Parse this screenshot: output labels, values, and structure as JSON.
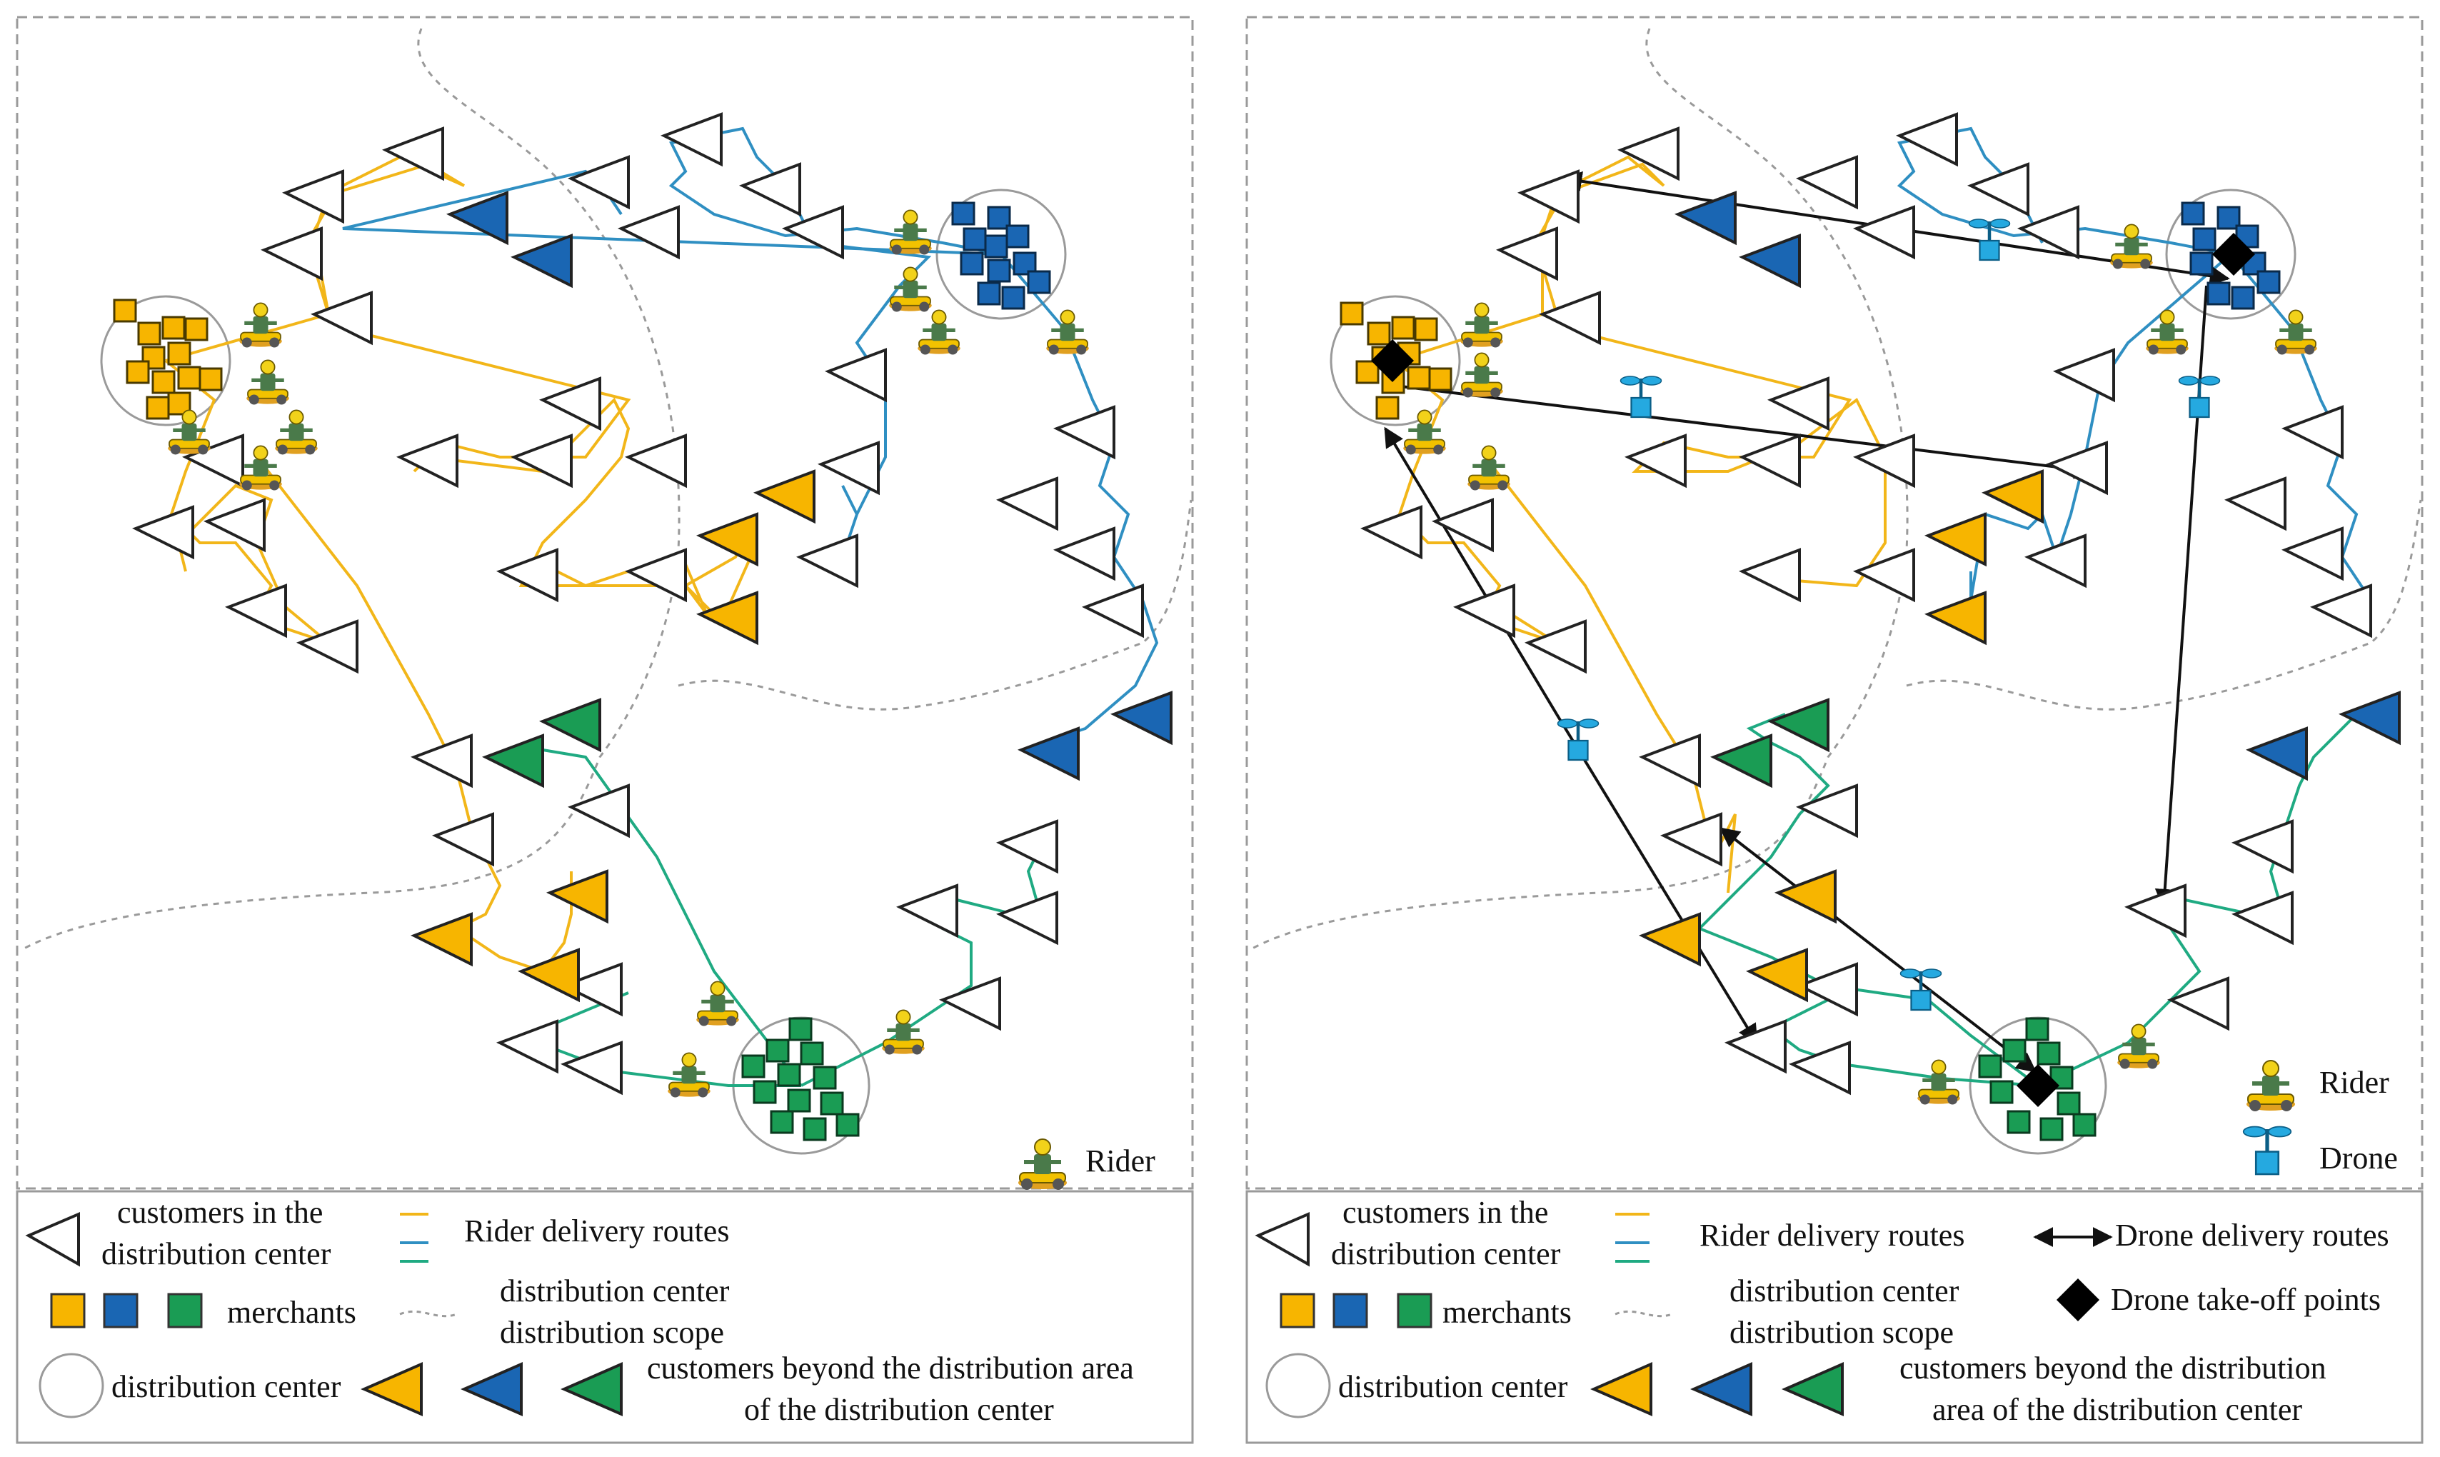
{
  "colors": {
    "orange": "#f7b500",
    "blue": "#1a66b3",
    "green": "#1a9c54",
    "rider_orange_route": "#f2b619",
    "rider_blue_route": "#2f8fc2",
    "rider_green_route": "#1faa82",
    "drone_cyan": "#25a9e0",
    "scope_line": "#9a9a9a",
    "border": "#9a9a9a"
  },
  "left_panel": {
    "rider_label": "Rider",
    "legend": {
      "customers_in_line1": "customers in the",
      "customers_in_line2": "distribution center",
      "rider_routes": "Rider delivery routes",
      "merchants": "merchants",
      "scope_line1": "distribution center",
      "scope_line2": "distribution scope",
      "distribution_center": "distribution center",
      "beyond_line1": "customers beyond the distribution area",
      "beyond_line2": "of the distribution center"
    }
  },
  "right_panel": {
    "rider_label": "Rider",
    "drone_label": "Drone",
    "legend": {
      "customers_in_line1": "customers in the",
      "customers_in_line2": "distribution center",
      "rider_routes": "Rider delivery routes",
      "drone_routes": "Drone delivery routes",
      "merchants": "merchants",
      "takeoff": "Drone take-off points",
      "scope_line1": "distribution center",
      "scope_line2": "distribution scope",
      "distribution_center": "distribution center",
      "beyond_line1": "customers beyond the distribution",
      "beyond_line2": "area of the distribution center"
    }
  }
}
